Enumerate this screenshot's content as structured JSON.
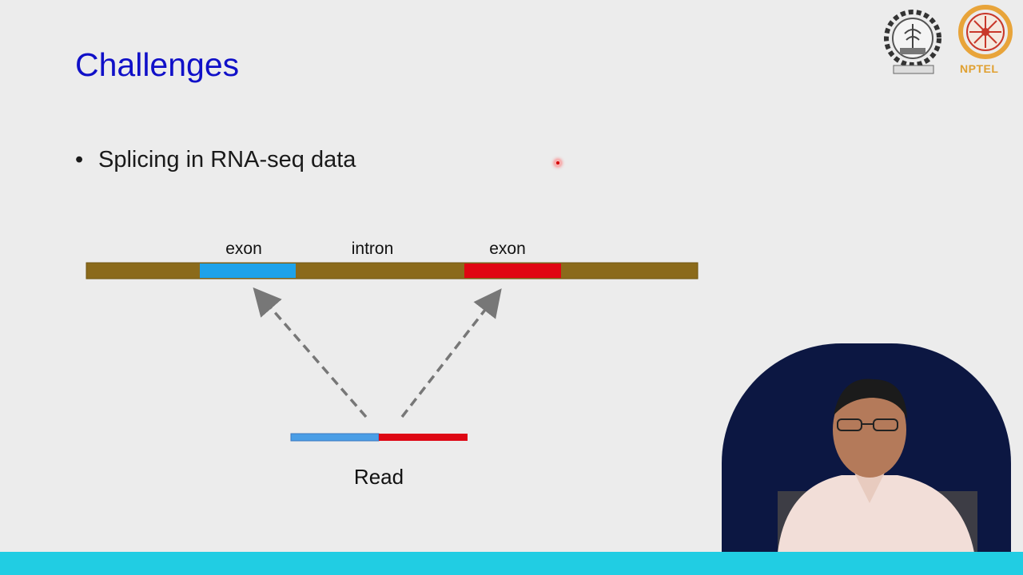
{
  "slide": {
    "title": "Challenges",
    "bullet": "Splicing in RNA-seq data"
  },
  "diagram": {
    "labels": {
      "exon_left": "exon",
      "intron": "intron",
      "exon_right": "exon",
      "read": "Read"
    },
    "colors": {
      "genome": "#8b6a1b",
      "exon_blue": "#1ea2ea",
      "exon_red": "#e00612",
      "read_blue": "#4a9ee6",
      "read_red": "#de0714",
      "arrow": "#777777"
    }
  },
  "branding": {
    "logo_text": "NPTEL"
  },
  "theme": {
    "title_color": "#1010c8",
    "bar_color": "#21cde3",
    "background": "#ececec"
  }
}
